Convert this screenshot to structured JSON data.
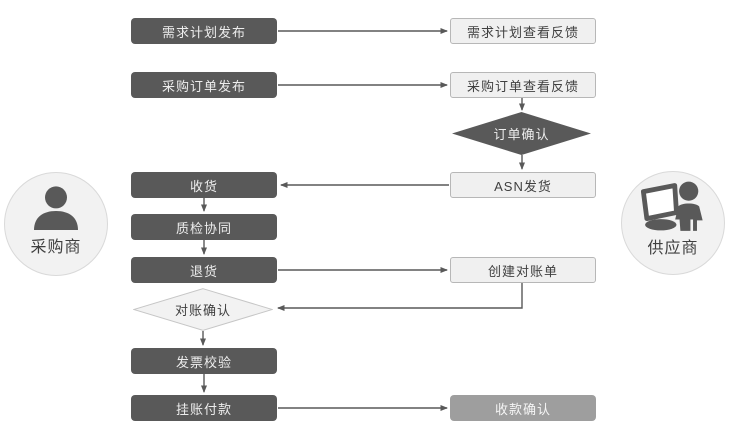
{
  "diagram": {
    "type": "flowchart",
    "background": "#ffffff"
  },
  "actors": {
    "buyer": "采购商",
    "supplier": "供应商"
  },
  "nodes": {
    "demand_plan_publish": "需求计划发布",
    "demand_plan_feedback": "需求计划查看反馈",
    "po_publish": "采购订单发布",
    "po_feedback": "采购订单查看反馈",
    "order_confirm": "订单确认",
    "receive_goods": "收货",
    "asn_ship": "ASN发货",
    "quality_collab": "质检协同",
    "return_goods": "退货",
    "create_statement": "创建对账单",
    "reconcile_confirm": "对账确认",
    "invoice_verify": "发票校验",
    "book_payment": "挂账付款",
    "receipt_confirm": "收款确认"
  },
  "icons": {
    "buyer": "person-silhouette-icon",
    "supplier": "person-at-computer-icon"
  },
  "colors": {
    "dark_node": "#595959",
    "dark_node_text": "#ededed",
    "light_node": "#f0f0f0",
    "light_node_border": "#b7b7b7",
    "light_node_text": "#404040",
    "mid_node": "#9e9e9e",
    "mid_node_text": "#f5f5f5",
    "light_diamond_fill": "#f2f2f2",
    "light_diamond_border": "#c6c6c6",
    "actor_circle_fill": "#f2f2f2",
    "actor_circle_border": "#d9d9d9",
    "icon": "#595959",
    "arrow": "#595959"
  }
}
